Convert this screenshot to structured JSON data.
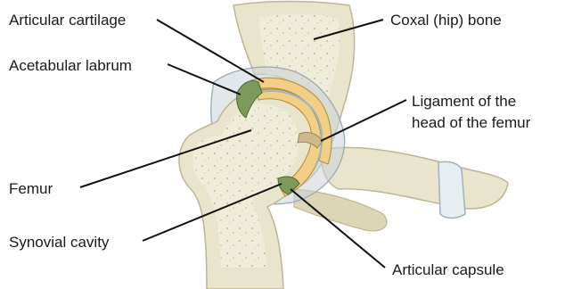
{
  "labels": {
    "articular_cartilage": "Articular cartilage",
    "acetabular_labrum": "Acetabular labrum",
    "femur": "Femur",
    "synovial_cavity": "Synovial cavity",
    "coxal_bone": "Coxal (hip) bone",
    "ligament_line1": "Ligament of the",
    "ligament_line2": "head of the femur",
    "articular_capsule": "Articular capsule"
  },
  "colors": {
    "bone": "#e9e4cc",
    "bone_shade": "#d3ccac",
    "spongy": "#f1eedd",
    "cartilage": "#f2cf86",
    "labrum": "#7e9a5a",
    "capsule": "#c9d3d8",
    "cavity": "#9bb6c8",
    "leader": "#111111"
  }
}
